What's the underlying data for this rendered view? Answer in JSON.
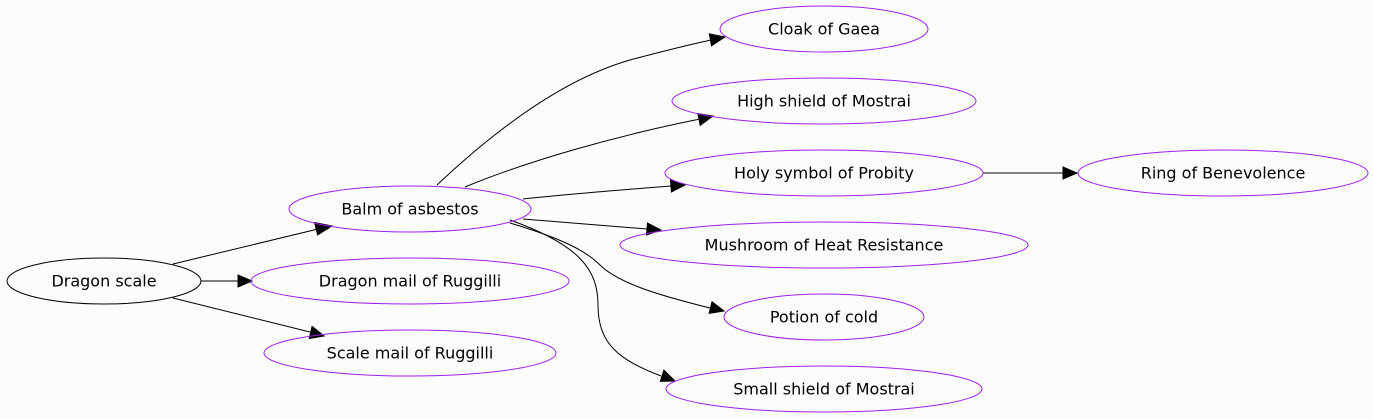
{
  "colors": {
    "background": "#fcfcfa",
    "root_node_stroke": "#000000",
    "item_node_stroke": "#a020f0",
    "edge": "#000000",
    "text": "#000000"
  },
  "nodes": [
    {
      "id": "dragon_scale",
      "label": "Dragon scale",
      "kind": "root"
    },
    {
      "id": "balm_of_asbestos",
      "label": "Balm of asbestos",
      "kind": "item"
    },
    {
      "id": "dragon_mail_of_ruggilli",
      "label": "Dragon mail of Ruggilli",
      "kind": "item"
    },
    {
      "id": "scale_mail_of_ruggilli",
      "label": "Scale mail of Ruggilli",
      "kind": "item"
    },
    {
      "id": "cloak_of_gaea",
      "label": "Cloak of Gaea",
      "kind": "item"
    },
    {
      "id": "high_shield_of_mostrai",
      "label": "High shield of Mostrai",
      "kind": "item"
    },
    {
      "id": "holy_symbol_of_probity",
      "label": "Holy symbol of Probity",
      "kind": "item"
    },
    {
      "id": "mushroom_of_heat_resistance",
      "label": "Mushroom of Heat Resistance",
      "kind": "item"
    },
    {
      "id": "potion_of_cold",
      "label": "Potion of cold",
      "kind": "item"
    },
    {
      "id": "small_shield_of_mostrai",
      "label": "Small shield of Mostrai",
      "kind": "item"
    },
    {
      "id": "ring_of_benevolence",
      "label": "Ring of Benevolence",
      "kind": "item"
    }
  ],
  "edges": [
    {
      "from": "dragon_scale",
      "to": "balm_of_asbestos"
    },
    {
      "from": "dragon_scale",
      "to": "dragon_mail_of_ruggilli"
    },
    {
      "from": "dragon_scale",
      "to": "scale_mail_of_ruggilli"
    },
    {
      "from": "balm_of_asbestos",
      "to": "cloak_of_gaea"
    },
    {
      "from": "balm_of_asbestos",
      "to": "high_shield_of_mostrai"
    },
    {
      "from": "balm_of_asbestos",
      "to": "holy_symbol_of_probity"
    },
    {
      "from": "balm_of_asbestos",
      "to": "mushroom_of_heat_resistance"
    },
    {
      "from": "balm_of_asbestos",
      "to": "potion_of_cold"
    },
    {
      "from": "balm_of_asbestos",
      "to": "small_shield_of_mostrai"
    },
    {
      "from": "holy_symbol_of_probity",
      "to": "ring_of_benevolence"
    }
  ]
}
